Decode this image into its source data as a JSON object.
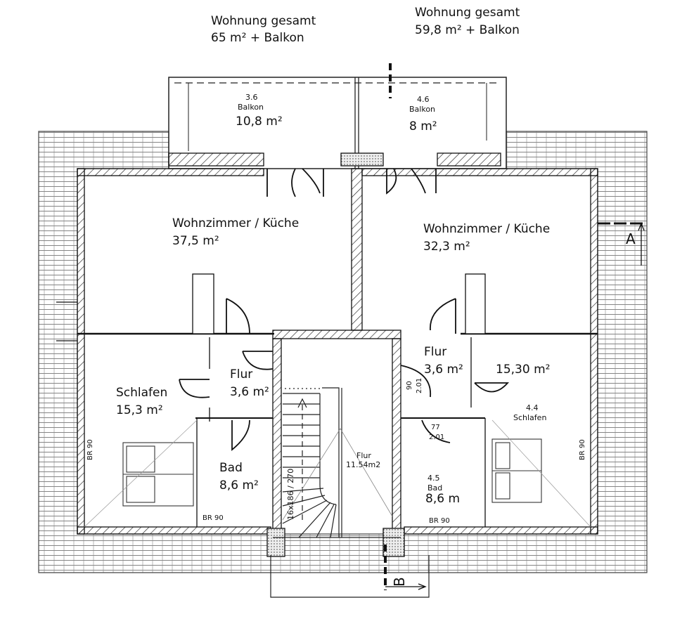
{
  "units": [
    {
      "heading": "Wohnung gesamt",
      "total": "65 m² + Balkon"
    },
    {
      "heading": "Wohnung gesamt",
      "total": "59,8 m² + Balkon"
    }
  ],
  "rooms": {
    "balcony_left": {
      "number": "3.6",
      "name": "Balkon",
      "area": "10,8 m²"
    },
    "balcony_right": {
      "number": "4.6",
      "name": "Balkon",
      "area": "8 m²"
    },
    "living_left": {
      "name": "Wohnzimmer / Küche",
      "area": "37,5 m²"
    },
    "living_right": {
      "name": "Wohnzimmer / Küche",
      "area": "32,3 m²"
    },
    "hall_left": {
      "name": "Flur",
      "area": "3,6 m²"
    },
    "hall_right": {
      "name": "Flur",
      "area": "3,6 m²"
    },
    "bedroom_left": {
      "name": "Schlafen",
      "area": "15,3 m²"
    },
    "bedroom_right": {
      "number": "4.4",
      "name": "Schlafen",
      "area": "15,30 m²"
    },
    "bath_left": {
      "name": "Bad",
      "area": "8,6 m²"
    },
    "bath_right": {
      "number": "4.5",
      "name": "Bad",
      "area": "8,6 m"
    },
    "stair_hall": {
      "name": "Flur",
      "area": "11.54m2"
    }
  },
  "annotations": {
    "br_left": "BR 90",
    "br_right": "BR 90",
    "br_bath_left": "BR 90",
    "br_bath_right": "BR 90",
    "door_hall_width": "90",
    "door_hall_height": "2.01",
    "door_bath_width": "77",
    "door_bath_height": "2.01",
    "stair": "16x186 / 270",
    "section_a": "A",
    "section_b": "B"
  }
}
